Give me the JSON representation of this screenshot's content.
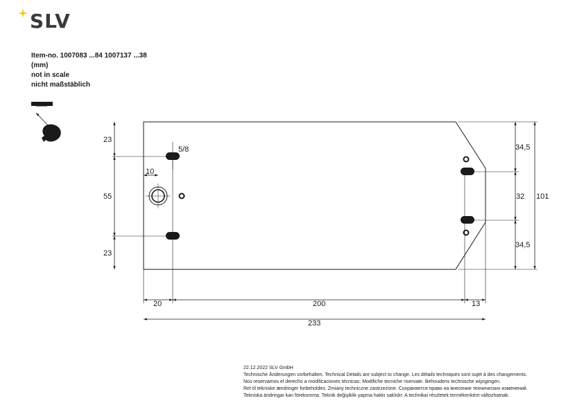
{
  "brand": {
    "name": "SLV",
    "accent_color": "#f2c200"
  },
  "header": {
    "item_line": "Item-no. 1007083 ...84   1007137 ...38",
    "unit": "(mm)",
    "scale_en": "not in scale",
    "scale_de": "nicht maßstäblich"
  },
  "dimensions": {
    "left_top": "23",
    "left_middle": "55",
    "left_bottom": "23",
    "hole_size": "5/8",
    "hole_offset": "10",
    "right_top": "34,5",
    "right_middle": "32",
    "right_bottom": "34,5",
    "right_total": "101",
    "bottom_left": "20",
    "bottom_middle": "200",
    "bottom_right": "13",
    "total_width": "233"
  },
  "footer": {
    "date_company": "22.12.2022   SLV GmbH",
    "line1": "Technische Änderungen vorbehalten. Technical Details are subject to change. Les détails techniques sont sujet à des changements.",
    "line2": "Nos reservamos el derecho a modificaciones técnicas. Modifiche tecniche riservate. Behoudens technische wijzigingen.",
    "line3": "Ret til tekniske ændringer forbeholdes. Zmiany techniczne zastrzeżone. Сохраняется право на внесение технических изменений.",
    "line4": "Tekniska ändringar kan förekomma. Teknik değişiklik yapma hakkı saklıdır. A technikai részletek termékenként változhatnak."
  }
}
